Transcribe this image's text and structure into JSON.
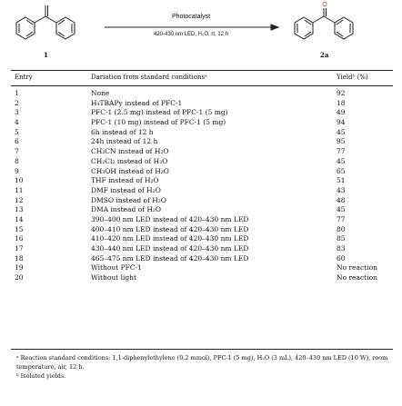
{
  "scheme": {
    "conditions_top": "Photocatalyst",
    "conditions_bottom": "420-430 nm LED, H₂O, rt, 12 h",
    "reactant_label": "1",
    "product_label": "2a",
    "product_atom": "O"
  },
  "table": {
    "headers": {
      "entry": "Entry",
      "variation": "Dariation from standard conditionsᵃ",
      "yield": "Yieldᵇ (%)"
    },
    "rows": [
      {
        "entry": "1",
        "variation": "None",
        "yield": "92"
      },
      {
        "entry": "2",
        "variation": "H₄TBAPy instead of PFC-1",
        "yield": "18"
      },
      {
        "entry": "3",
        "variation": "PFC-1 (2.5 mg) instead of PFC-1 (5 mg)",
        "yield": "49"
      },
      {
        "entry": "4",
        "variation": "PFC-1 (10 mg) instead of PFC-1 (5 mg)",
        "yield": "94"
      },
      {
        "entry": "5",
        "variation": "6h instead of 12 h",
        "yield": "45"
      },
      {
        "entry": "6",
        "variation": "24h instead of 12 h",
        "yield": "95"
      },
      {
        "entry": "7",
        "variation": "CH₃CN instead of H₂O",
        "yield": "77"
      },
      {
        "entry": "8",
        "variation": "CH₂Cl₂ instead of H₂O",
        "yield": "45"
      },
      {
        "entry": "9",
        "variation": "CH₃OH instead of H₂O",
        "yield": "65"
      },
      {
        "entry": "10",
        "variation": "THF instead of H₂O",
        "yield": "51"
      },
      {
        "entry": "11",
        "variation": "DMF instead of H₂O",
        "yield": "43"
      },
      {
        "entry": "12",
        "variation": "DMSO instead of H₂O",
        "yield": "48"
      },
      {
        "entry": "13",
        "variation": "DMA instead of H₂O",
        "yield": "45"
      },
      {
        "entry": "14",
        "variation": "390–400 nm LED instead of 420–430 nm LED",
        "yield": "77"
      },
      {
        "entry": "15",
        "variation": "400–410 nm LED instead of 420–430 nm LED",
        "yield": "80"
      },
      {
        "entry": "16",
        "variation": "410–420 nm LED instead of 420–430 nm LED",
        "yield": "85"
      },
      {
        "entry": "17",
        "variation": "430–440 nm LED instead of 420–430 nm LED",
        "yield": "83"
      },
      {
        "entry": "18",
        "variation": "465–475 nm LED instead of 420–430 nm LED",
        "yield": "60"
      },
      {
        "entry": "19",
        "variation": "Without PFC-1",
        "yield": "No reaction"
      },
      {
        "entry": "20",
        "variation": "Without light",
        "yield": "No reaction"
      }
    ]
  },
  "footnotes": {
    "a": "ᵃ Reaction standard conditions: 1,1-diphenylethylene (0.2 mmol), PFC-1 (5 mg), H₂O (3 mL), 420–430 nm LED (10 W), room temperature, air, 12 h.",
    "b": "ᵇ Isolated yields."
  }
}
